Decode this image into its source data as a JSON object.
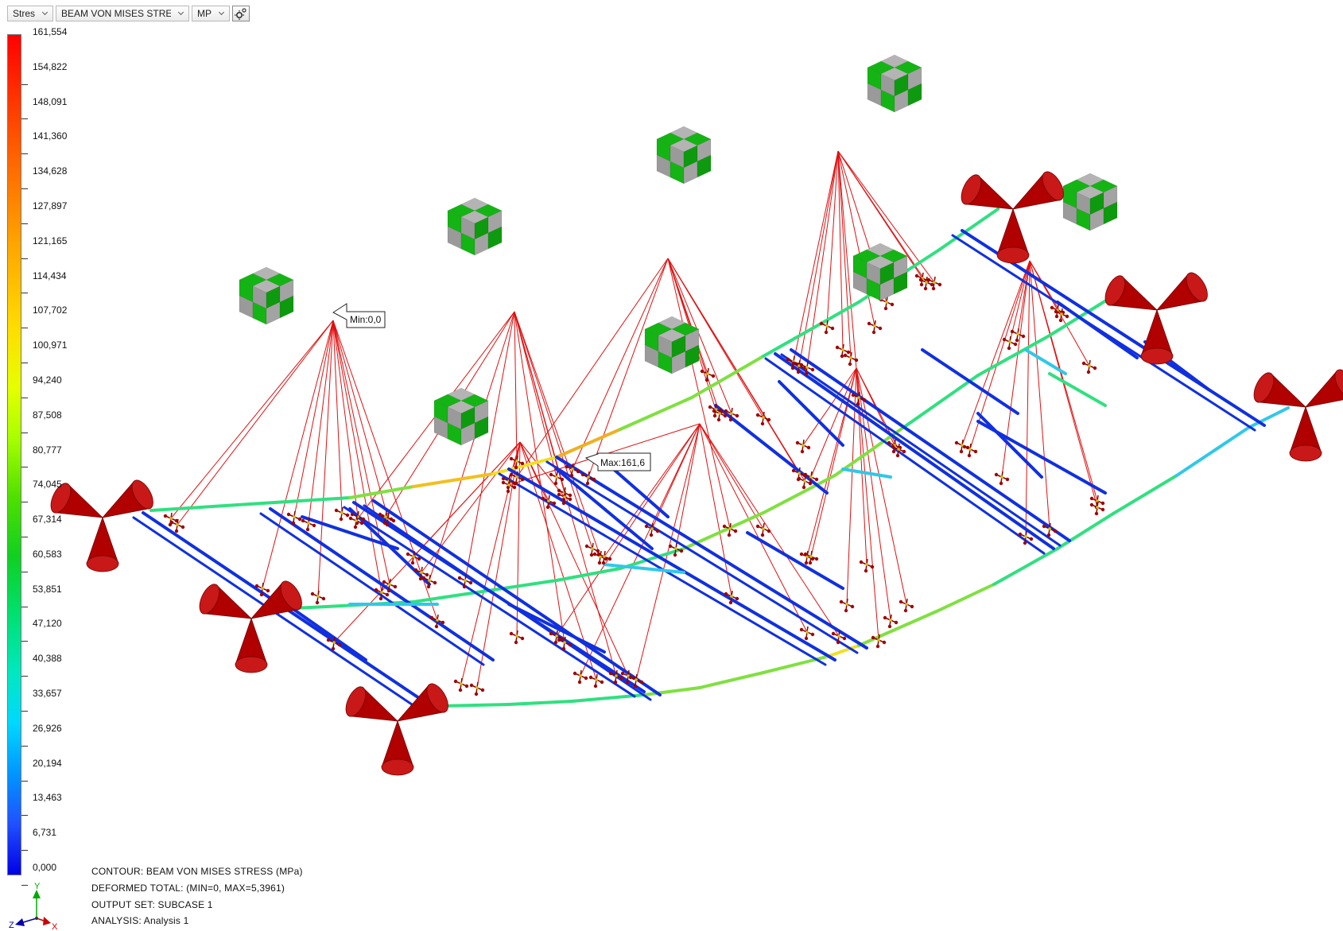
{
  "toolbar": {
    "result_type": "Stress",
    "component": "BEAM VON MISES STRESS",
    "units": "MPa",
    "settings_icon": "gear-icon"
  },
  "legend": {
    "labels": [
      "161,554",
      "154,822",
      "148,091",
      "141,360",
      "134,628",
      "127,897",
      "121,165",
      "114,434",
      "107,702",
      "100,971",
      "94,240",
      "87,508",
      "80,777",
      "74,045",
      "67,314",
      "60,583",
      "53,851",
      "47,120",
      "40,388",
      "33,657",
      "26,926",
      "20,194",
      "13,463",
      "6,731",
      "0,000"
    ],
    "max_color": "#ff0000",
    "min_color": "#0000e6"
  },
  "probes": {
    "min_label": "Min:0,0",
    "max_label": "Max:161,6"
  },
  "info": {
    "contour": "CONTOUR: BEAM VON MISES STRESS (MPa)",
    "deformed": "DEFORMED TOTAL: (MIN=0, MAX=5,3961)",
    "output_set": "OUTPUT SET: SUBCASE 1",
    "analysis": "ANALYSIS: Analysis 1"
  },
  "triad": {
    "x": "X",
    "y": "Y",
    "z": "Z"
  },
  "symbols": {
    "constraint_icon": "cone-constraint-icon",
    "load_icon": "checker-cube-icon",
    "constraint_color": "#b00000",
    "load_green": "#14b414",
    "load_grey": "#b4b4b4"
  }
}
